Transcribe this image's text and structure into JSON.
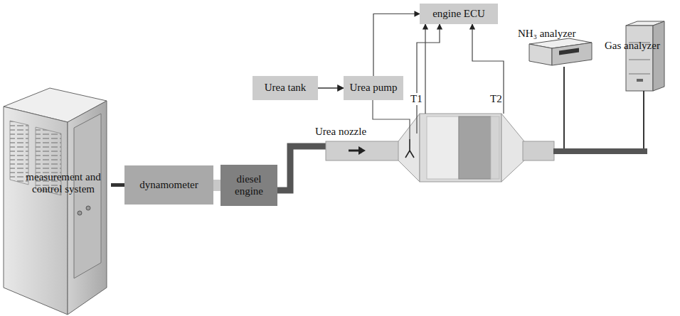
{
  "diagram": {
    "nodes": [
      {
        "text": [
          "measurement and control system"
        ]
      },
      {
        "text": [
          "dynamometer"
        ]
      },
      {
        "text": [
          "diesel engine"
        ]
      },
      {
        "text": [
          "Urea tank"
        ]
      },
      {
        "text": [
          "Urea pump"
        ]
      },
      {
        "text": [
          "engine ECU"
        ]
      },
      {
        "text": [
          "NH₃ analyzer"
        ]
      },
      {
        "text": [
          "Gas analyzer"
        ]
      }
    ],
    "edges": [
      {
        "from": 0,
        "to": 1,
        "arrow": "none"
      },
      {
        "from": 1,
        "to": 2,
        "arrow": "none"
      },
      {
        "from": 3,
        "to": 4,
        "arrow": "to"
      },
      {
        "from": 4,
        "to": 5,
        "arrow": "to"
      }
    ],
    "labels": [
      "Urea nozzle",
      "T1",
      "T2"
    ]
  }
}
